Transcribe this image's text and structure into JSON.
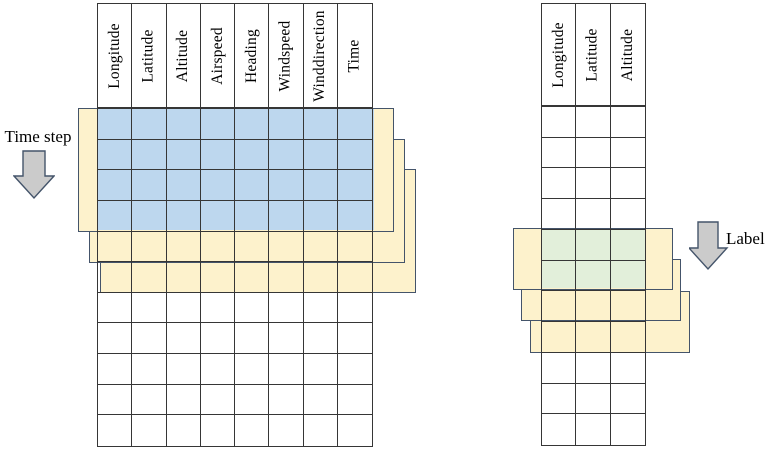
{
  "figure": {
    "left_panel": {
      "table": {
        "columns": [
          "Longitude",
          "Latitude",
          "Altitude",
          "Airspeed",
          "Heading",
          "Windspeed",
          "Winddirection",
          "Time"
        ],
        "body_row_count": 11
      },
      "window_count": 3,
      "window_rows_covered": 4,
      "annotation": {
        "text": "Time step"
      }
    },
    "right_panel": {
      "table": {
        "columns": [
          "Longitude",
          "Latitude",
          "Altitude"
        ],
        "body_row_count": 11
      },
      "window_count": 3,
      "window_rows_covered": 2,
      "annotation": {
        "text": "Label"
      }
    },
    "colors": {
      "window_fill": "#fdf2cc",
      "window_border": "#44546a",
      "feature_window_fill": "#bdd7ee",
      "label_window_fill": "#e2efda",
      "grid_line": "#363636",
      "arrow_fill": "#cbcbcb",
      "arrow_border": "#44546a",
      "text": "#000000"
    }
  }
}
